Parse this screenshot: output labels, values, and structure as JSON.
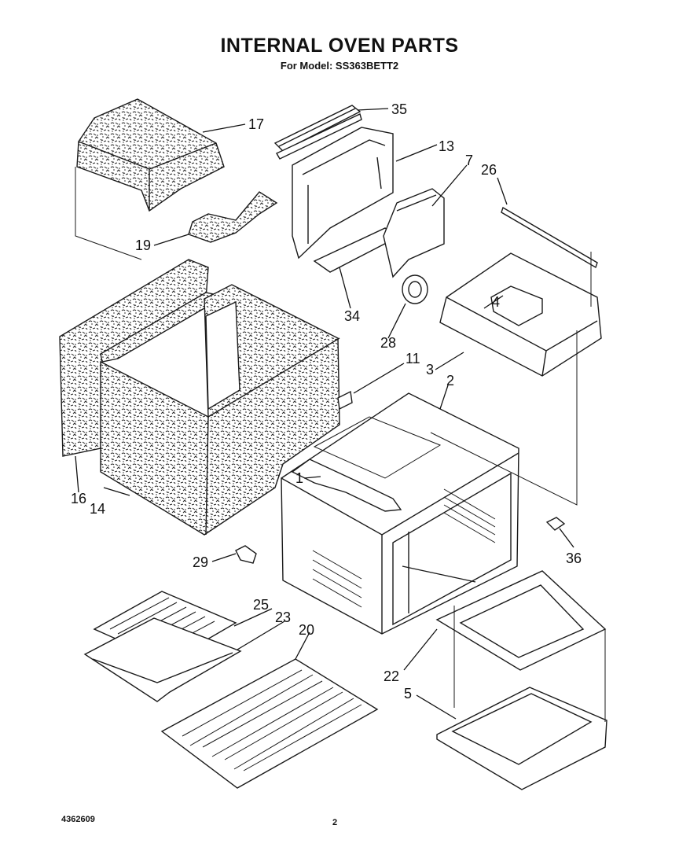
{
  "header": {
    "title": "INTERNAL OVEN PARTS",
    "subtitle": "For Model: SS363BETT2"
  },
  "callouts": [
    "35",
    "17",
    "13",
    "7",
    "26",
    "19",
    "34",
    "28",
    "4",
    "3",
    "11",
    "2",
    "1",
    "16",
    "14",
    "36",
    "29",
    "25",
    "23",
    "20",
    "22",
    "5"
  ],
  "footer": {
    "doc_number": "4362609",
    "page_number": "2"
  }
}
